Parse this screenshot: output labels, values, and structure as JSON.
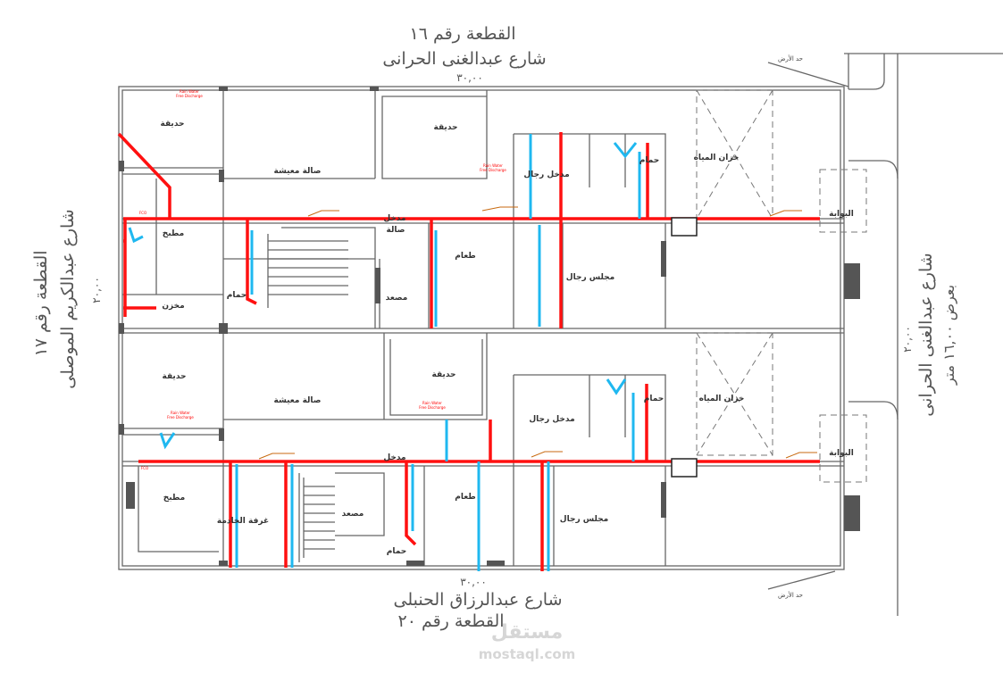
{
  "streets": {
    "top_plot": "القطعة رقم ١٦",
    "top_street": "شارع عبدالغنى الحرانى",
    "top_dimension": "٣٠,٠٠",
    "bottom_dimension": "٣٠,٠٠",
    "bottom_street": "شارع عبدالرزاق الحنبلى",
    "bottom_plot": "القطعة رقم ٢٠",
    "left_plot": "القطعة رقم ١٧",
    "left_street": "شارع عبدالكريم الموصلى",
    "left_dimension": "٢٠,٠٠",
    "right_street": "شارع عبدالغنى الحرانى",
    "right_width": "بعرض ١٦,٠٠ متر",
    "right_dimension": "٢٠,٠٠",
    "boundary_label": "حد الأرض"
  },
  "top_unit": {
    "garden_1": "حديقة",
    "living": "صالة معيشة",
    "kitchen": "مطبخ",
    "store": "مخزن",
    "bath_1": "حمام",
    "elevator": "مصعد",
    "entrance_1": "مدخل",
    "entrance_1b": "صالة",
    "garden_2": "حديقة",
    "dining": "طعام",
    "majlis": "مجلس رجال",
    "men_entrance": "مدخل رجال",
    "bath_2": "حمام",
    "water_tank": "خزان المياه",
    "gate": "البوابة"
  },
  "bottom_unit": {
    "garden_1": "حديقة",
    "living": "صالة معيشة",
    "kitchen": "مطبخ",
    "maid_room": "غرفة الخادمة",
    "elevator": "مصعد",
    "bath_1": "حمام",
    "entrance_1": "مدخل",
    "garden_2": "حديقة",
    "dining": "طعام",
    "men_entrance": "مدخل رجال",
    "majlis": "مجلس رجال",
    "bath_2": "حمام",
    "water_tank": "خزان المياه",
    "gate": "البوابة"
  },
  "annotations": {
    "fco": "FCO",
    "rain_water": "Rain Water",
    "free_discharge": "Free Discharge"
  },
  "legend_colors": {
    "drainage": "#ff1010",
    "water_supply": "#1fb8f0",
    "leader": "#c86a10"
  },
  "watermark": {
    "arabic": "مستقل",
    "latin": "mostaql.com"
  }
}
